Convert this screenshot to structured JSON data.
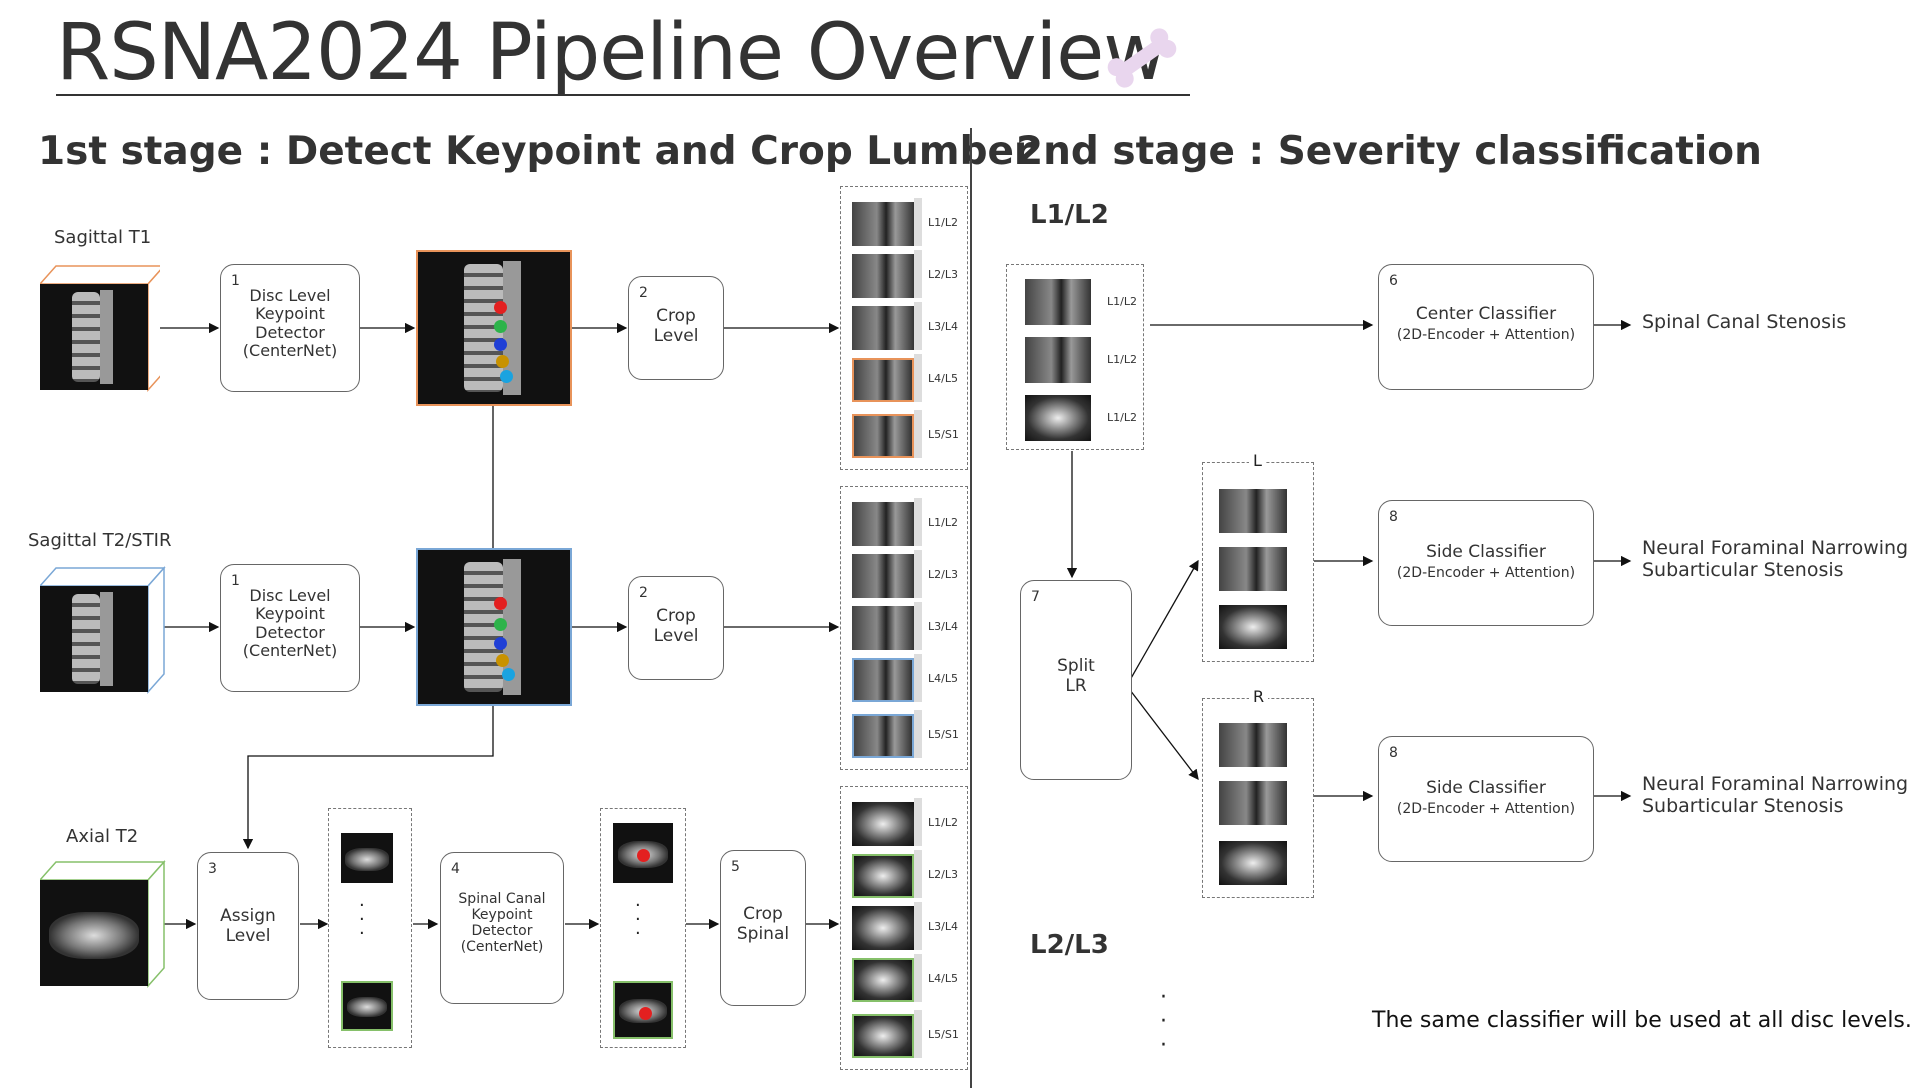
{
  "header": {
    "title": "RSNA2024 Pipeline Overview",
    "bone_icon": "bone-icon"
  },
  "stage1": {
    "title": "1st stage : Detect Keypoint and Crop Lumber",
    "inputs": [
      {
        "label": "Sagittal T1",
        "color": "#e8935a"
      },
      {
        "label": "Sagittal T2/STIR",
        "color": "#7aa7d6"
      },
      {
        "label": "Axial T2",
        "color": "#86c06a"
      }
    ],
    "disc_detector_1": {
      "num": "1",
      "label": "Disc Level\nKeypoint\nDetector\n(CenterNet)"
    },
    "disc_detector_2": {
      "num": "1",
      "label": "Disc Level\nKeypoint\nDetector\n(CenterNet)"
    },
    "crop_level_1": {
      "num": "2",
      "label": "Crop\nLevel"
    },
    "crop_level_2": {
      "num": "2",
      "label": "Crop\nLevel"
    },
    "assign_level": {
      "num": "3",
      "label": "Assign\nLevel"
    },
    "spinal_detector": {
      "num": "4",
      "label": "Spinal Canal\nKeypoint\nDetector\n(CenterNet)"
    },
    "crop_spinal": {
      "num": "5",
      "label": "Crop\nSpinal"
    },
    "levels": [
      "L1/L2",
      "L2/L3",
      "L3/L4",
      "L4/L5",
      "L5/S1"
    ],
    "vertical_dots": "·\n·\n·",
    "keypoint_colors": [
      "#e32020",
      "#2db34a",
      "#1f3fd6",
      "#c89200",
      "#1aa3e0"
    ]
  },
  "stage2": {
    "title": "2nd stage : Severity classification",
    "level_l1l2": "L1/L2",
    "level_l2l3": "L2/L3",
    "stack_labels": [
      "L1/L2",
      "L1/L2",
      "L1/L2"
    ],
    "center_classifier": {
      "num": "6",
      "title": "Center Classifier",
      "sub": "(2D-Encoder + Attention)"
    },
    "split": {
      "num": "7",
      "label": "Split\nLR"
    },
    "side_classifier_l": {
      "num": "8",
      "title": "Side Classifier",
      "sub": "(2D-Encoder + Attention)"
    },
    "side_classifier_r": {
      "num": "8",
      "title": "Side Classifier",
      "sub": "(2D-Encoder + Attention)"
    },
    "left_label": "L",
    "right_label": "R",
    "output_center": "Spinal Canal Stenosis",
    "output_side_l": "Neural Foraminal Narrowing\nSubarticular Stenosis",
    "output_side_r": "Neural Foraminal Narrowing\nSubarticular Stenosis",
    "dots": "·\n·\n·",
    "note": "The same classifier will be used at all disc levels."
  }
}
